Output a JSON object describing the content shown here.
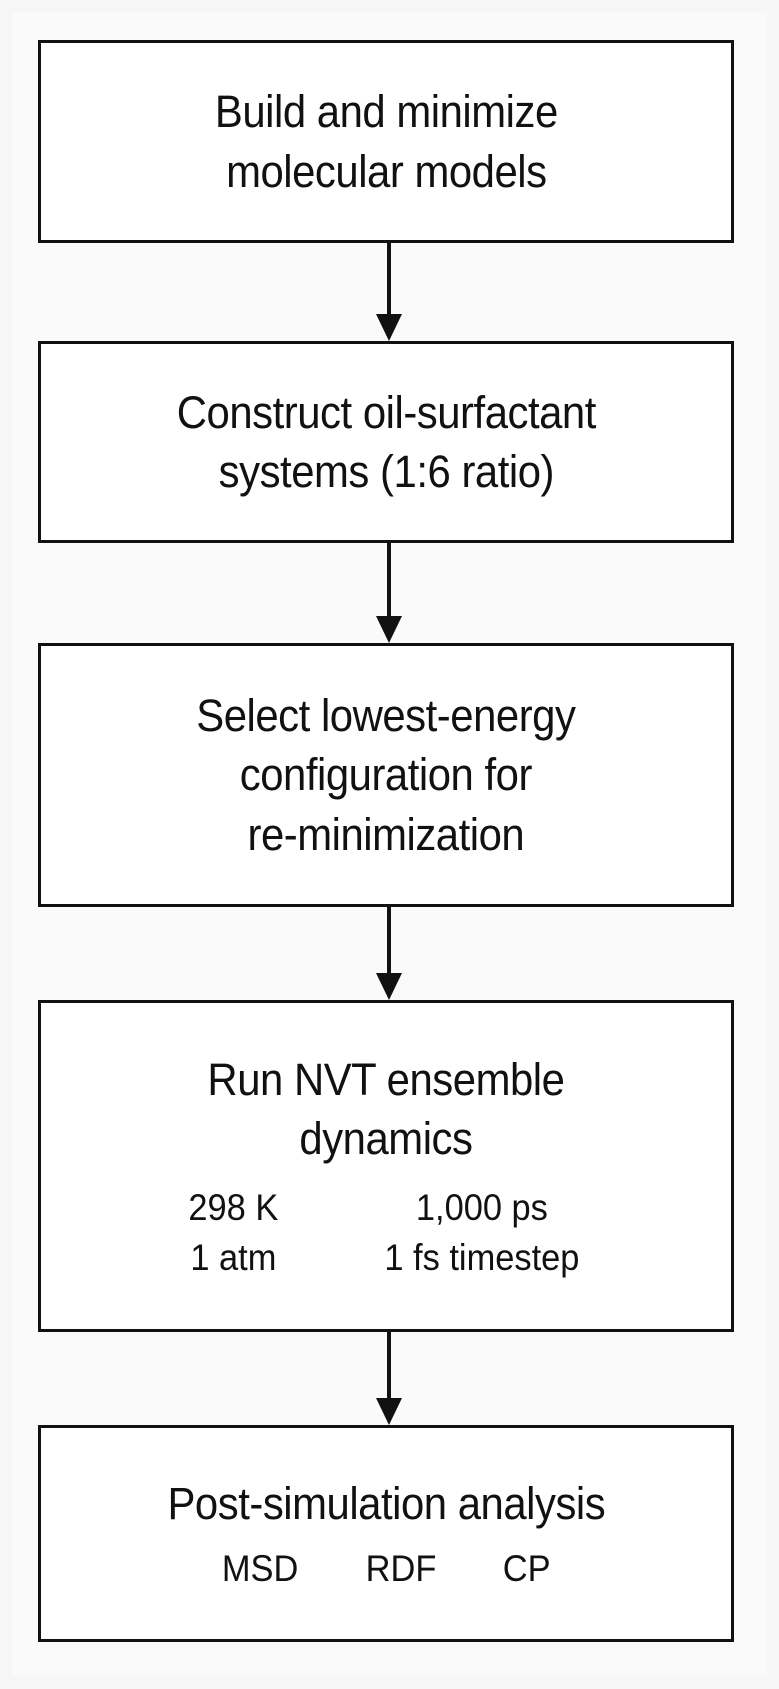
{
  "diagram": {
    "type": "flowchart",
    "orientation": "vertical",
    "background_color": "#f6f6f6",
    "box_fill_color": "#ffffff",
    "stroke_color": "#111111",
    "nodes": [
      {
        "id": "build-minimize",
        "title": "Build and minimize\nmolecular models"
      },
      {
        "id": "construct-systems",
        "title": "Construct oil-surfactant\nsystems (1:6 ratio)"
      },
      {
        "id": "select-configuration",
        "title": "Select lowest-energy\nconfiguration for\nre-minimization"
      },
      {
        "id": "run-dynamics",
        "title": "Run NVT ensemble\ndynamics",
        "params": [
          {
            "left": "298 K",
            "right": "1,000 ps"
          },
          {
            "left": "1 atm",
            "right": "1 fs timestep"
          }
        ]
      },
      {
        "id": "post-analysis",
        "title": "Post-simulation analysis",
        "tags": [
          "MSD",
          "RDF",
          "CP"
        ]
      }
    ],
    "connectors": [
      {
        "id": "arrow-1",
        "from": "build-minimize",
        "to": "construct-systems",
        "glyph": "arrow-down-icon"
      },
      {
        "id": "arrow-2",
        "from": "construct-systems",
        "to": "select-configuration",
        "glyph": "arrow-down-icon"
      },
      {
        "id": "arrow-3",
        "from": "select-configuration",
        "to": "run-dynamics",
        "glyph": "arrow-down-icon"
      },
      {
        "id": "arrow-4",
        "from": "run-dynamics",
        "to": "post-analysis",
        "glyph": "arrow-down-icon"
      }
    ]
  }
}
